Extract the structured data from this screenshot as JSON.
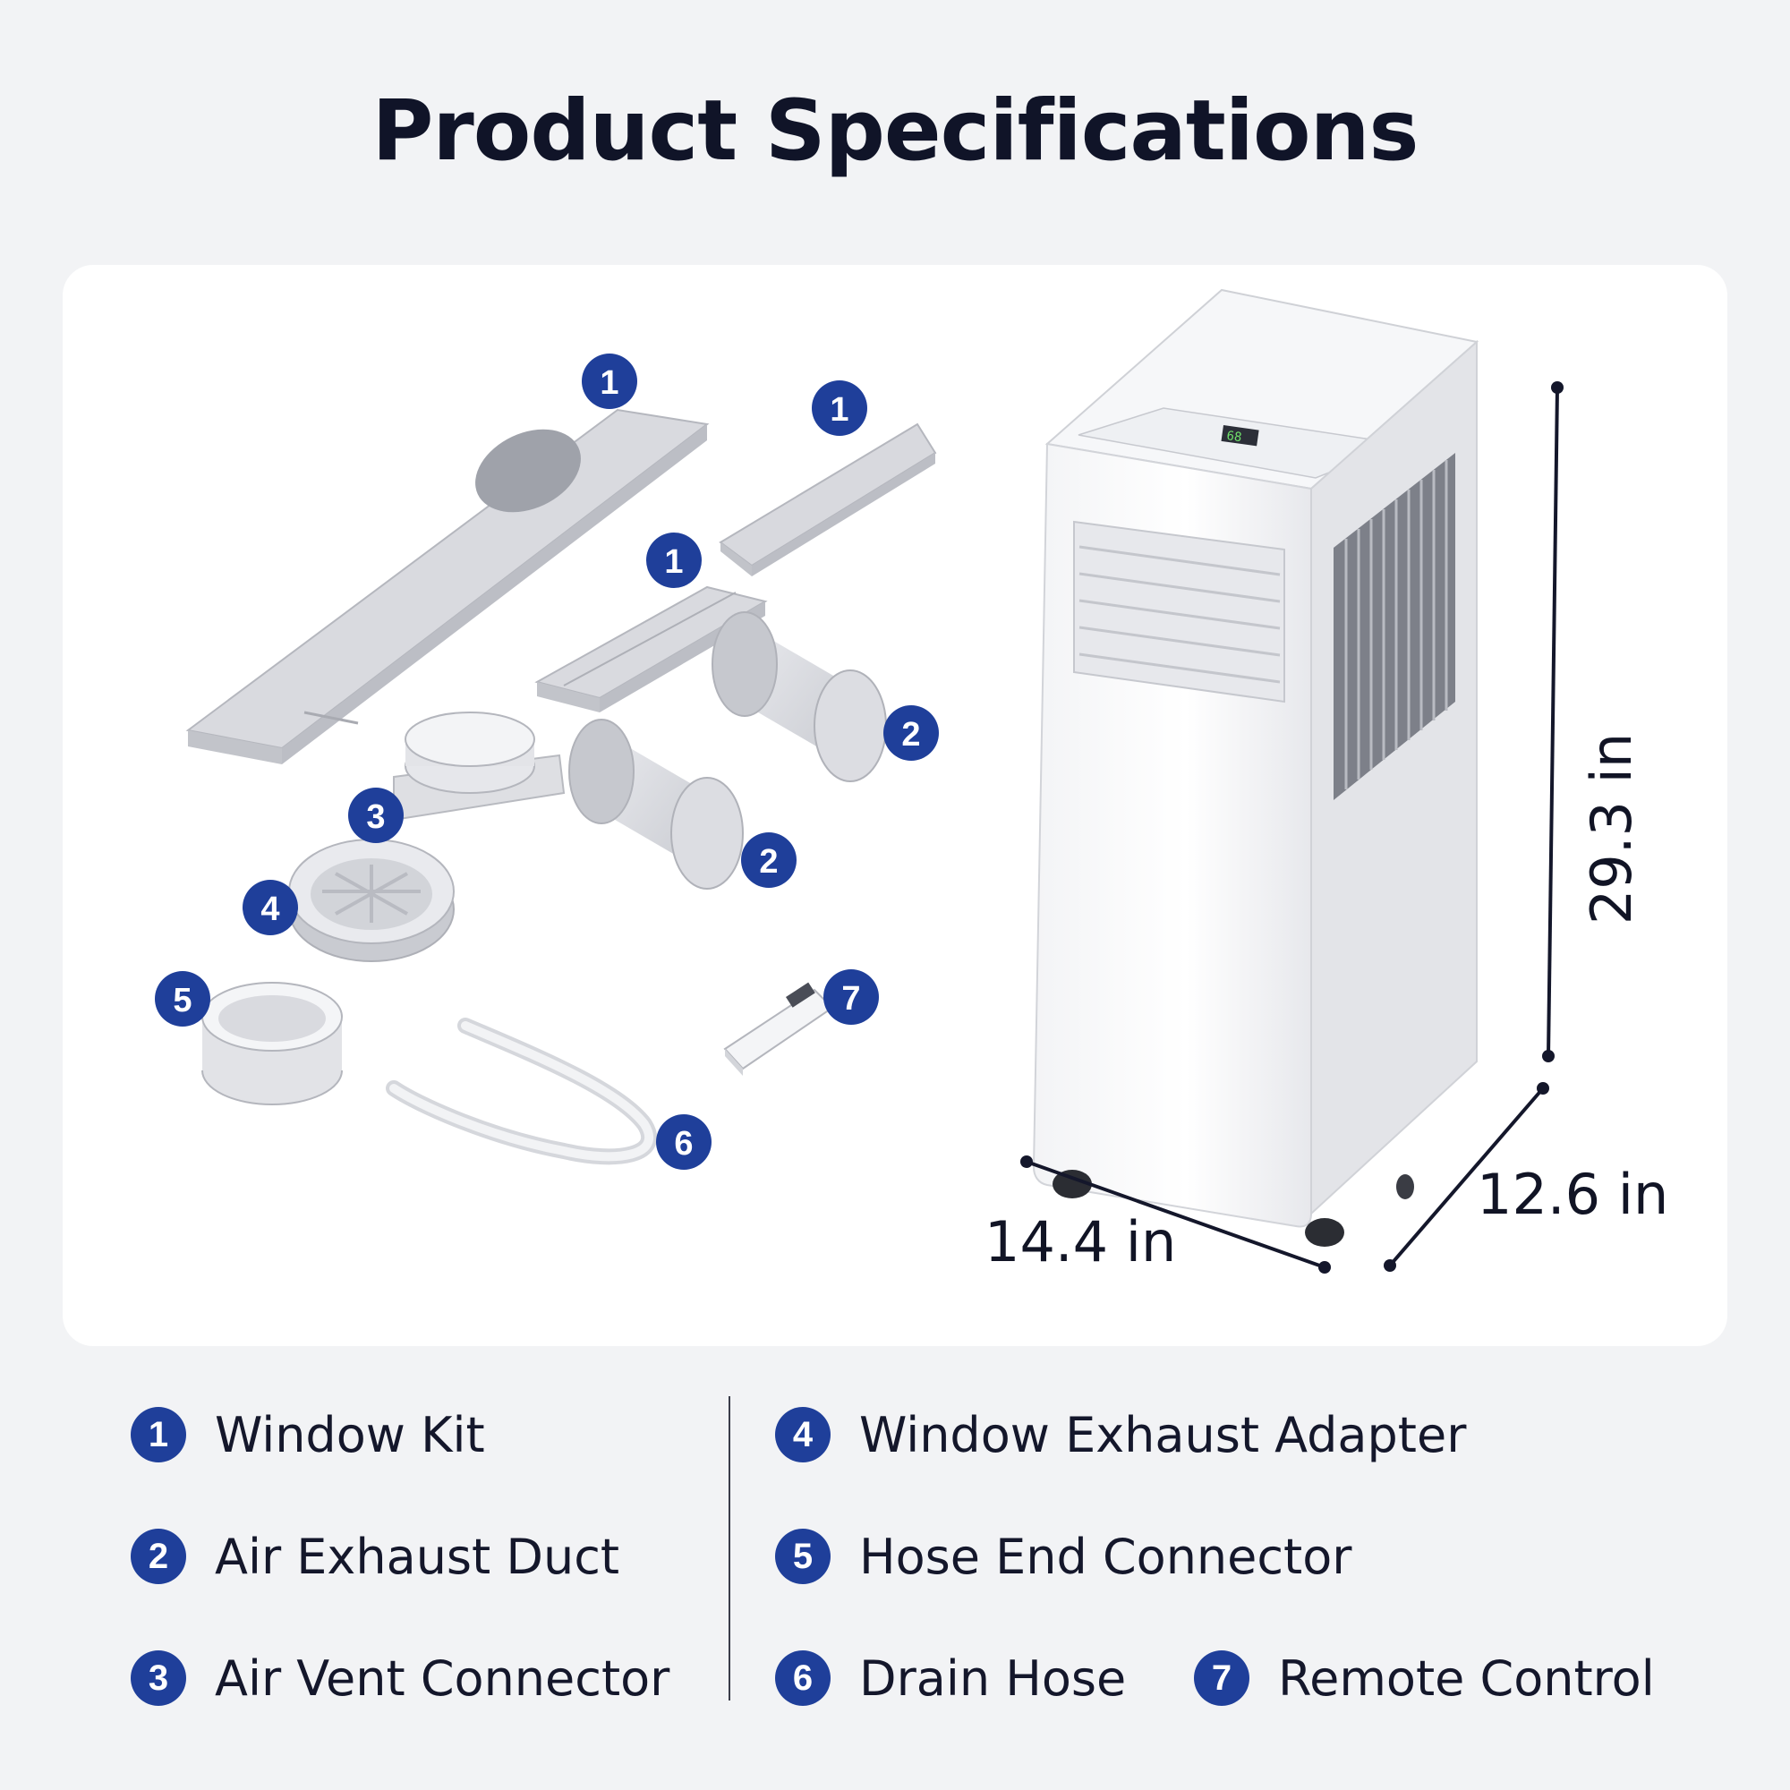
{
  "title": "Product Specifications",
  "colors": {
    "badge": "#1f3f9a",
    "background": "#f2f3f5",
    "panel": "#ffffff",
    "text": "#14172b"
  },
  "dimensions": {
    "height": "29.3 in",
    "depth": "12.6 in",
    "width": "14.4 in"
  },
  "callouts": [
    "1",
    "1",
    "1",
    "2",
    "2",
    "3",
    "4",
    "5",
    "6",
    "7"
  ],
  "legend": [
    {
      "number": "1",
      "label": "Window Kit"
    },
    {
      "number": "2",
      "label": "Air Exhaust Duct"
    },
    {
      "number": "3",
      "label": "Air Vent Connector"
    },
    {
      "number": "4",
      "label": "Window Exhaust Adapter"
    },
    {
      "number": "5",
      "label": "Hose End Connector"
    },
    {
      "number": "6",
      "label": "Drain Hose"
    },
    {
      "number": "7",
      "label": "Remote Control"
    }
  ],
  "unit_display": "68"
}
